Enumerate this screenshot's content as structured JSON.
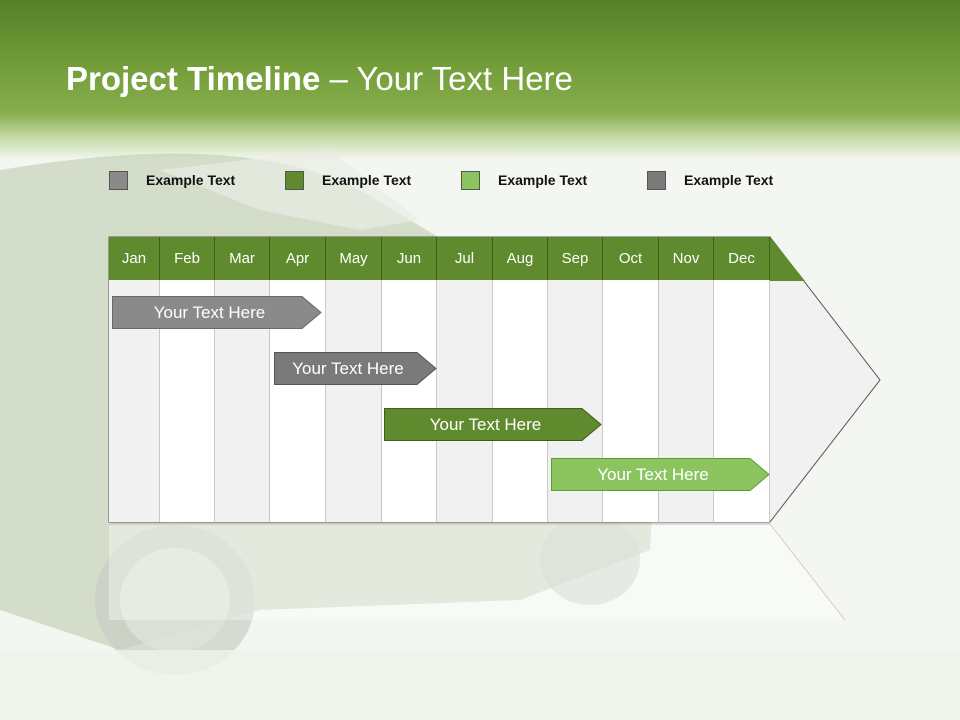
{
  "title": {
    "bold": "Project Timeline",
    "rest": " – Your Text Here"
  },
  "legend": [
    {
      "label": "Example Text",
      "color": "#8a8a8a"
    },
    {
      "label": "Example Text",
      "color": "#5f8a2d"
    },
    {
      "label": "Example Text",
      "color": "#8cc560"
    },
    {
      "label": "Example Text",
      "color": "#7a7a7a"
    }
  ],
  "months": [
    "Jan",
    "Feb",
    "Mar",
    "Apr",
    "May",
    "Jun",
    "Jul",
    "Aug",
    "Sep",
    "Oct",
    "Nov",
    "Dec"
  ],
  "tasks": [
    {
      "label": "Your  Text Here",
      "color": "#8a8a8a",
      "stroke": "#6a6a6a"
    },
    {
      "label": "Your  Text Here",
      "color": "#7a7a7a",
      "stroke": "#555555"
    },
    {
      "label": "Your  Text Here",
      "color": "#5f8a2d",
      "stroke": "#3f5e1c"
    },
    {
      "label": "Your  Text Here",
      "color": "#8cc560",
      "stroke": "#5f9a35"
    }
  ]
}
